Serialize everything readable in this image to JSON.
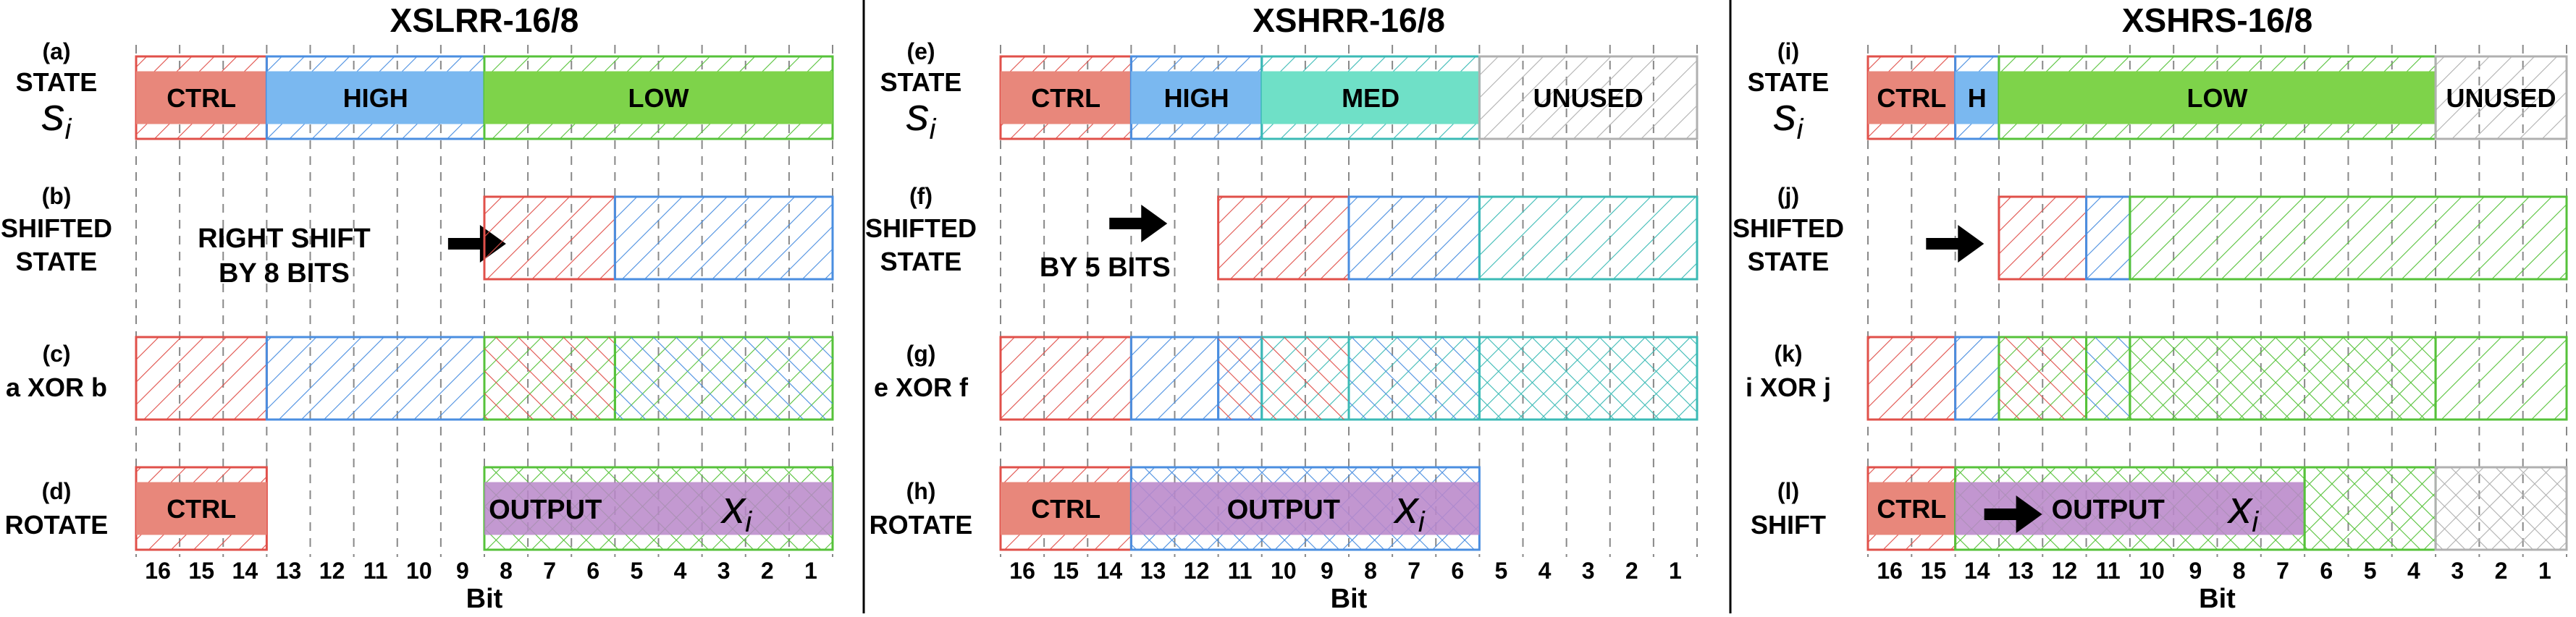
{
  "colors": {
    "ctrl": "#e8877b",
    "high": "#7ab8f0",
    "low": "#7ed34a",
    "med": "#6fe0c7",
    "output": "#b987c9",
    "unused": "#bfbfbf",
    "red": "#e0504a",
    "blue": "#4a8ee0",
    "green": "#56c23a",
    "teal": "#3bbab5",
    "gray": "#b0b0b0"
  },
  "common": {
    "xlabel": "Bit",
    "rotate": "ROTATE",
    "shift": "SHIFT"
  },
  "panels": [
    {
      "title": "XSLRR-16/8",
      "labels": [
        "(a)",
        "(b)",
        "(c)",
        "(d)"
      ],
      "row_a": [
        "STATE",
        "s",
        "i"
      ],
      "row_b": [
        "SHIFTED",
        "STATE"
      ],
      "row_c": "a XOR b",
      "row_d": "ROTATE",
      "state_fields": [
        "CTRL",
        "HIGH",
        "LOW"
      ],
      "shift_note": [
        "RIGHT SHIFT",
        "BY  8 BITS"
      ],
      "ctrl": "CTRL",
      "output": [
        "OUTPUT",
        "x",
        "i"
      ],
      "bits": [
        "16",
        "15",
        "14",
        "13",
        "12",
        "11",
        "10",
        "9",
        "8",
        "7",
        "6",
        "5",
        "4",
        "3",
        "2",
        "1"
      ]
    },
    {
      "title": "XSHRR-16/8",
      "labels": [
        "(e)",
        "(f)",
        "(g)",
        "(h)"
      ],
      "row_a": [
        "STATE",
        "s",
        "i"
      ],
      "row_b": [
        "SHIFTED",
        "STATE"
      ],
      "row_c": "e XOR f",
      "row_d": "ROTATE",
      "state_fields": [
        "CTRL",
        "HIGH",
        "MED",
        "UNUSED"
      ],
      "shift_note": [
        "BY 5 BITS"
      ],
      "ctrl": "CTRL",
      "output": [
        "OUTPUT",
        "x",
        "i"
      ],
      "bits": [
        "16",
        "15",
        "14",
        "13",
        "12",
        "11",
        "10",
        "9",
        "8",
        "7",
        "6",
        "5",
        "4",
        "3",
        "2",
        "1"
      ]
    },
    {
      "title": "XSHRS-16/8",
      "labels": [
        "(i)",
        "(j)",
        "(k)",
        "(l)"
      ],
      "row_a": [
        "STATE",
        "s",
        "i"
      ],
      "row_b": [
        "SHIFTED",
        "STATE"
      ],
      "row_c": "i XOR j",
      "row_d": "SHIFT",
      "state_fields": [
        "CTRL",
        "H",
        "LOW",
        "UNUSED"
      ],
      "shift_note": [],
      "ctrl": "CTRL",
      "output": [
        "OUTPUT",
        "x",
        "i"
      ],
      "bits": [
        "16",
        "15",
        "14",
        "13",
        "12",
        "11",
        "10",
        "9",
        "8",
        "7",
        "6",
        "5",
        "4",
        "3",
        "2",
        "1"
      ]
    }
  ]
}
